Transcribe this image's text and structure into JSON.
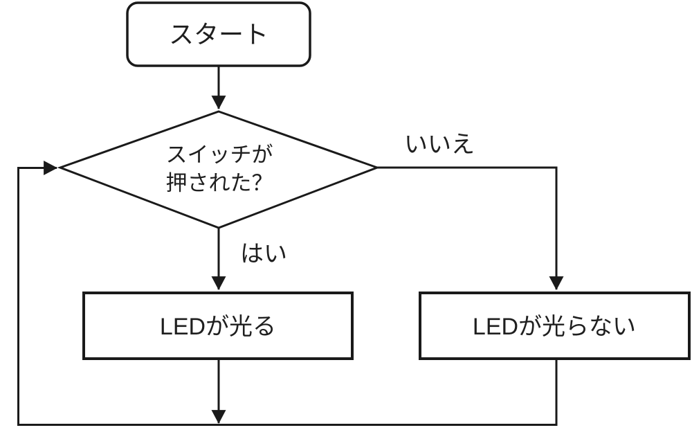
{
  "diagram": {
    "type": "flowchart",
    "background_color": "#ffffff",
    "line_color": "#1a1a1a",
    "text_color": "#1f1f1f",
    "nodes": {
      "start": {
        "shape": "terminator",
        "label": "スタート"
      },
      "switch_decision": {
        "shape": "decision",
        "label": "スイッチが押された？",
        "label_line1": "スイッチが",
        "label_line2": "押された？"
      },
      "led_on": {
        "shape": "process",
        "label": "LEDが光る"
      },
      "led_off": {
        "shape": "process",
        "label": "LEDが光らない"
      }
    },
    "edge_labels": {
      "yes": "はい",
      "no": "いいえ"
    }
  }
}
